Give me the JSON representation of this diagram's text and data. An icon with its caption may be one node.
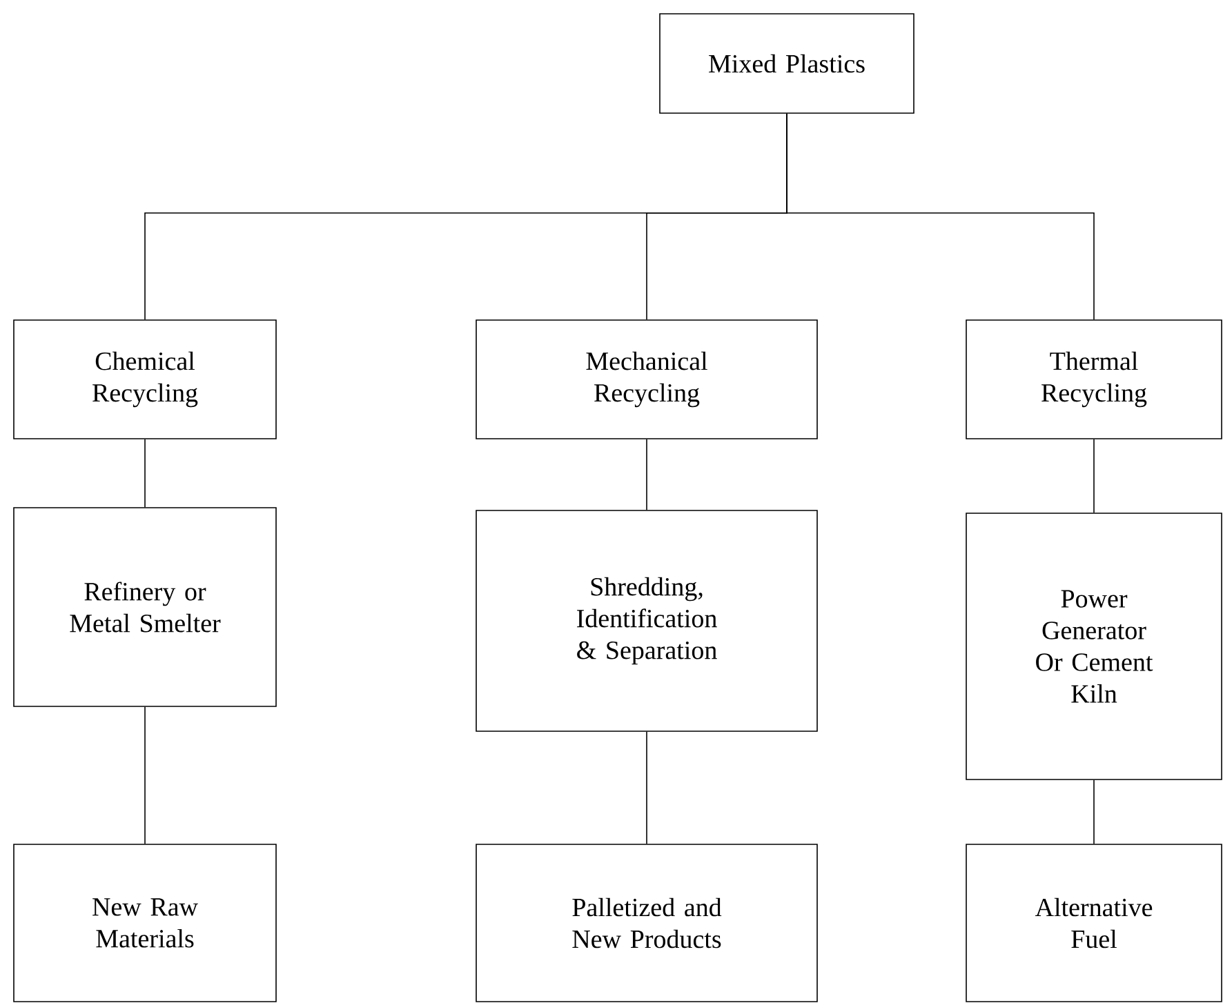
{
  "diagram": {
    "nodes": [
      {
        "text": [
          "Mixed Plastics"
        ]
      },
      {
        "text": [
          "Chemical Recycling"
        ]
      },
      {
        "text": [
          "Mechanical Recycling"
        ]
      },
      {
        "text": [
          "Thermal Recycling"
        ]
      },
      {
        "text": [
          "Refinery or Metal Smelter"
        ]
      },
      {
        "text": [
          "Shredding, Identification & Separation"
        ]
      },
      {
        "text": [
          "Power Generator Or Cement Kiln"
        ]
      },
      {
        "text": [
          "New Raw Materials"
        ]
      },
      {
        "text": [
          "Palletized and New Products"
        ]
      },
      {
        "text": [
          "Alternative Fuel"
        ]
      }
    ],
    "edges": [
      {
        "from": 0,
        "to": 1,
        "arrow": "none"
      },
      {
        "from": 0,
        "to": 2,
        "arrow": "none"
      },
      {
        "from": 0,
        "to": 3,
        "arrow": "none"
      },
      {
        "from": 1,
        "to": 4,
        "arrow": "none"
      },
      {
        "from": 2,
        "to": 5,
        "arrow": "none"
      },
      {
        "from": 3,
        "to": 6,
        "arrow": "none"
      },
      {
        "from": 4,
        "to": 7,
        "arrow": "none"
      },
      {
        "from": 5,
        "to": 8,
        "arrow": "none"
      },
      {
        "from": 6,
        "to": 9,
        "arrow": "none"
      }
    ]
  }
}
